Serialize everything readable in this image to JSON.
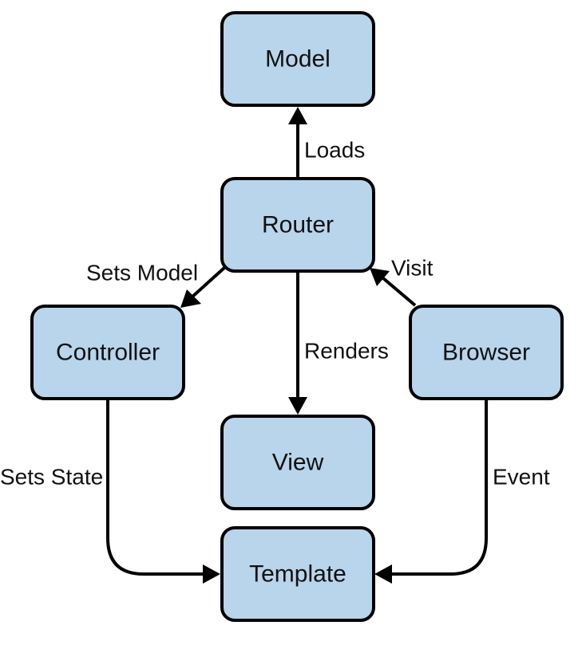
{
  "colors": {
    "node_fill": "#b8d5ec",
    "stroke": "#000000"
  },
  "nodes": {
    "model": "Model",
    "router": "Router",
    "controller": "Controller",
    "browser": "Browser",
    "view": "View",
    "template": "Template"
  },
  "edges": {
    "loads": "Loads",
    "sets_model": "Sets Model",
    "visit": "Visit",
    "renders": "Renders",
    "sets_state": "Sets State",
    "event": "Event"
  }
}
